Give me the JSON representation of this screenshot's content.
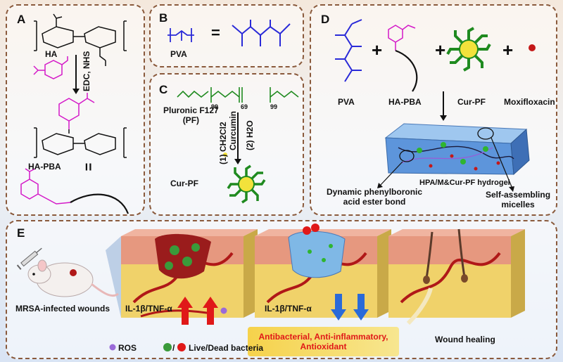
{
  "panels": {
    "A": {
      "label": "A",
      "ha": "HA",
      "edc": "EDC, NHS",
      "product": "HA-PBA",
      "equals": "="
    },
    "B": {
      "label": "B",
      "pva": "PVA",
      "equals": "="
    },
    "C": {
      "label": "C",
      "pf_name": "Pluronic F127",
      "pf_abbr": "(PF)",
      "repeat_left": "99",
      "repeat_mid": "69",
      "repeat_right": "99",
      "step1": "(1) CH2Cl2",
      "step1b": "Curcumin",
      "step2": "(2) H2O",
      "product": "Cur-PF"
    },
    "D": {
      "label": "D",
      "pva": "PVA",
      "ha_pba": "HA-PBA",
      "cur_pf": "Cur-PF",
      "drug": "Moxifloxacin",
      "plus": "+",
      "hydrogel": "HPA/M&Cur-PF hydrogel",
      "bond": "Dynamic phenylboronic",
      "bond2": "acid ester bond",
      "micelles": "Self-assembling",
      "micelles2": "micelles"
    },
    "E": {
      "label": "E",
      "infected": "MRSA-infected wounds",
      "cyt1": "IL-1β/TNF-α",
      "cyt2": "IL-1β/TNF-α",
      "healing": "Wound healing",
      "effects1": "Antibacterial, Anti-inflammatory,",
      "effects2": "Antioxidant",
      "ros": "ROS",
      "bacteria": "Live/Dead bacteria",
      "slash": "/"
    }
  },
  "colors": {
    "border": "#8a5a3c",
    "blue": "#2a2ad8",
    "magenta": "#d419c8",
    "green": "#1f8a1f",
    "red": "#e01818"
  }
}
